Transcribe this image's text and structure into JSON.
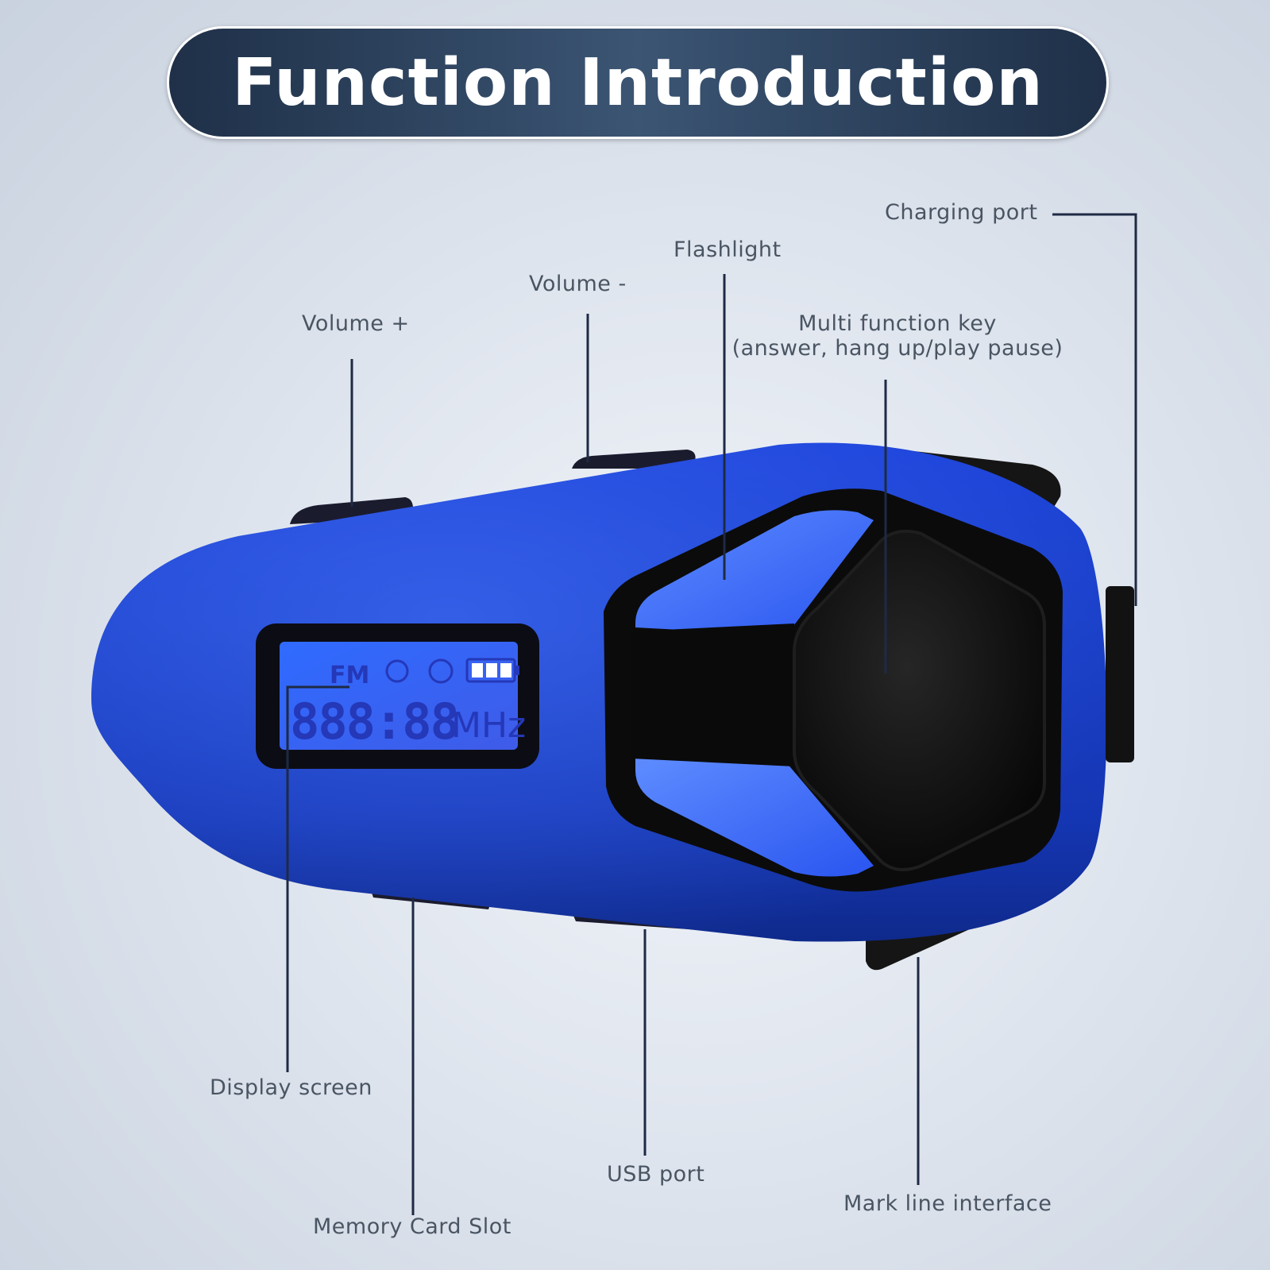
{
  "title": "Function Introduction",
  "lcd": {
    "mode": "FM",
    "digits": "888:88",
    "unit": "MHz"
  },
  "callouts": {
    "charging_port": "Charging port",
    "flashlight": "Flashlight",
    "volume_minus": "Volume -",
    "volume_plus": "Volume +",
    "multi_function_key_line1": "Multi function key",
    "multi_function_key_line2": "(answer, hang up/play pause)",
    "display_screen": "Display screen",
    "usb_port": "USB port",
    "mark_line_interface": "Mark line interface",
    "memory_card_slot": "Memory Card Slot"
  },
  "colors": {
    "device_body": "#1a3fc4",
    "device_dark": "#0d1f7a",
    "lcd_backlight": "#3d6bff",
    "title_bg": "#2b3f5c",
    "leader_line": "#1e2a44"
  }
}
